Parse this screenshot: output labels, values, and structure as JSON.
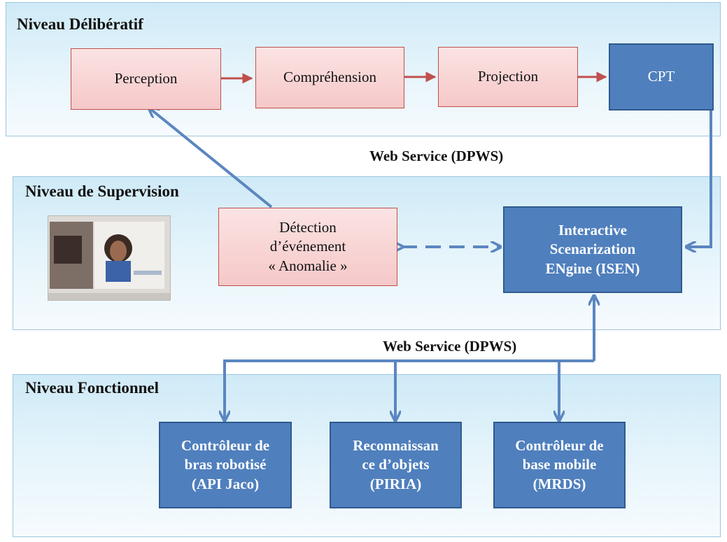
{
  "layers": {
    "deliberative": "Niveau Délibératif",
    "supervision": "Niveau de Supervision",
    "functional": "Niveau Fonctionnel"
  },
  "boxes": {
    "perception": "Perception",
    "comprehension": "Compréhension",
    "projection": "Projection",
    "cpt": "CPT",
    "detection": "Détection\nd’événement\n« Anomalie »",
    "isen": "Interactive\nScenarization\nENgine (ISEN)",
    "arm_controller": "Contrôleur de\nbras robotisé\n(API Jaco)",
    "object_recognition": "Reconnaissan\nce d’objets\n(PIRIA)",
    "base_controller": "Contrôleur de\nbase mobile\n(MRDS)"
  },
  "links": {
    "web_service_top": "Web Service (DPWS)",
    "web_service_bottom": "Web Service (DPWS)"
  },
  "colors": {
    "layer_fill": "#cfeaf7",
    "pink_fill": "#f6c8c8",
    "pink_border": "#c0504d",
    "blue_fill": "#4f7fbd",
    "connector": "#5b86c0",
    "red_arrow": "#c0504d"
  }
}
